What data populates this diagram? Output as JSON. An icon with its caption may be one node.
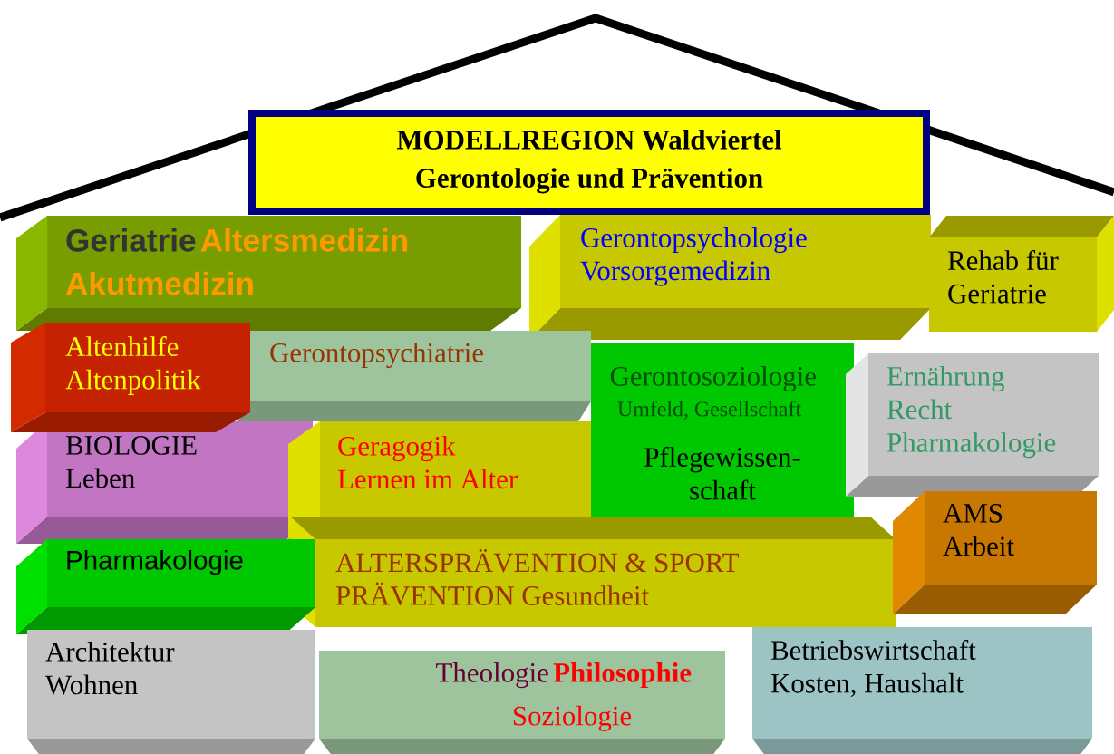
{
  "diagram": {
    "nodes": [
      {
        "text": [
          "MODELLREGION Waldviertel Gerontologie und Prävention"
        ]
      },
      {
        "text": [
          "Geriatrie",
          "Altersmedizin",
          "Akutmedizin"
        ]
      },
      {
        "text": [
          "Gerontopsychologie Vorsorgemedizin"
        ]
      },
      {
        "text": [
          "Rehab für Geriatrie"
        ]
      },
      {
        "text": [
          "Altenhilfe Altenpolitik"
        ]
      },
      {
        "text": [
          "Gerontopsychiatrie"
        ]
      },
      {
        "text": [
          "Gerontosoziologie",
          "Umfeld, Gesellschaft",
          "Pflegewissen- schaft"
        ]
      },
      {
        "text": [
          "Ernährung Recht Pharmakologie"
        ]
      },
      {
        "text": [
          "BIOLOGIE Leben"
        ]
      },
      {
        "text": [
          "Geragogik Lernen im Alter"
        ]
      },
      {
        "text": [
          "AMS Arbeit"
        ]
      },
      {
        "text": [
          "Pharmakologie"
        ]
      },
      {
        "text": [
          "ALTERSPRÄVENTION & SPORT PRÄVENTION Gesundheit"
        ]
      },
      {
        "text": [
          "Architektur Wohnen"
        ]
      },
      {
        "text": [
          "Theologie",
          "Philosophie",
          "Soziologie"
        ]
      },
      {
        "text": [
          "Betriebswirtschaft Kosten, Haushalt"
        ]
      }
    ]
  }
}
